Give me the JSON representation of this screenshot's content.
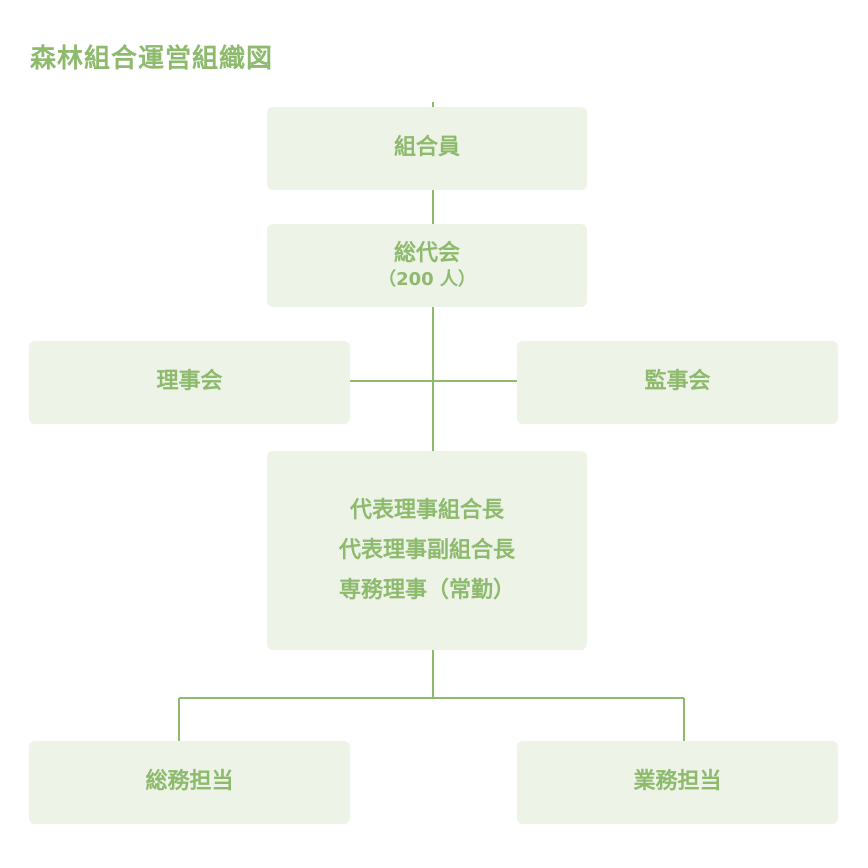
{
  "title": "森林組合運営組織図",
  "nodes": {
    "members": {
      "label": "組合員"
    },
    "general_meeting": {
      "label": "総代会",
      "sub": "（200 人）"
    },
    "board": {
      "label": "理事会"
    },
    "auditors": {
      "label": "監事会"
    },
    "executives": {
      "lines": [
        "代表理事組合長",
        "代表理事副組合長",
        "専務理事（常勤）"
      ]
    },
    "general_affairs": {
      "label": "総務担当"
    },
    "business": {
      "label": "業務担当"
    }
  },
  "colors": {
    "accent": "#8dba6d",
    "box_fill": "#eef3e7"
  }
}
